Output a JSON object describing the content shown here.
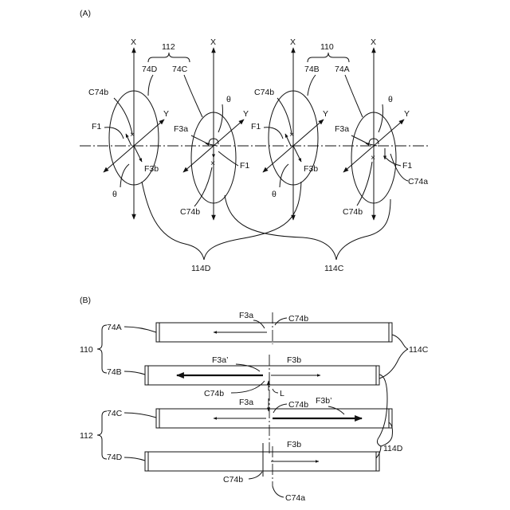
{
  "panel_a": {
    "label": "(A)",
    "axis_x": "X",
    "axis_y": "Y",
    "theta": "θ",
    "group_112": "112",
    "group_110": "110",
    "roller_74D": "74D",
    "roller_74C": "74C",
    "roller_74B": "74B",
    "roller_74A": "74A",
    "c74b": "C74b",
    "c74a": "C74a",
    "f1": "F1",
    "f3a": "F3a",
    "f3b": "F3b",
    "pair_114D": "114D",
    "pair_114C": "114C"
  },
  "panel_b": {
    "label": "(B)",
    "group_110": "110",
    "group_112": "112",
    "roller_74A": "74A",
    "roller_74B": "74B",
    "roller_74C": "74C",
    "roller_74D": "74D",
    "f3a": "F3a",
    "f3a_prime": "F3a’",
    "f3b": "F3b",
    "f3b_prime": "F3b’",
    "c74b": "C74b",
    "c74a": "C74a",
    "l": "L",
    "pair_114C": "114C",
    "pair_114D": "114D"
  }
}
